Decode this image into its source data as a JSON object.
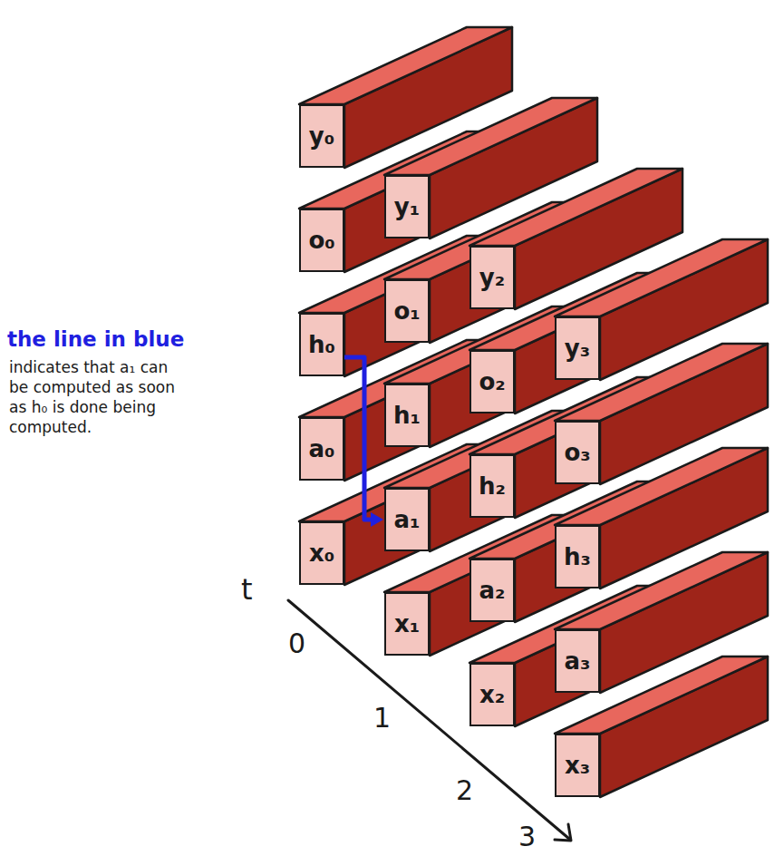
{
  "diagram": {
    "nodes": [
      {
        "text": [
          "y₀"
        ]
      },
      {
        "text": [
          "o₀"
        ]
      },
      {
        "text": [
          "h₀"
        ]
      },
      {
        "text": [
          "a₀"
        ]
      },
      {
        "text": [
          "x₀"
        ]
      },
      {
        "text": [
          "y₁"
        ]
      },
      {
        "text": [
          "o₁"
        ]
      },
      {
        "text": [
          "h₁"
        ]
      },
      {
        "text": [
          "a₁"
        ]
      },
      {
        "text": [
          "x₁"
        ]
      },
      {
        "text": [
          "y₂"
        ]
      },
      {
        "text": [
          "o₂"
        ]
      },
      {
        "text": [
          "h₂"
        ]
      },
      {
        "text": [
          "a₂"
        ]
      },
      {
        "text": [
          "x₂"
        ]
      },
      {
        "text": [
          "y₃"
        ]
      },
      {
        "text": [
          "o₃"
        ]
      },
      {
        "text": [
          "h₃"
        ]
      },
      {
        "text": [
          "a₃"
        ]
      },
      {
        "text": [
          "x₃"
        ]
      }
    ],
    "edges": [
      {
        "from": 2,
        "to": 8,
        "arrow": "to"
      }
    ],
    "labels": [
      "the line in blue",
      "indicates that a₁ can be computed as soon as h₀ is done being computed.",
      "t",
      "0",
      "1",
      "2",
      "3"
    ]
  }
}
